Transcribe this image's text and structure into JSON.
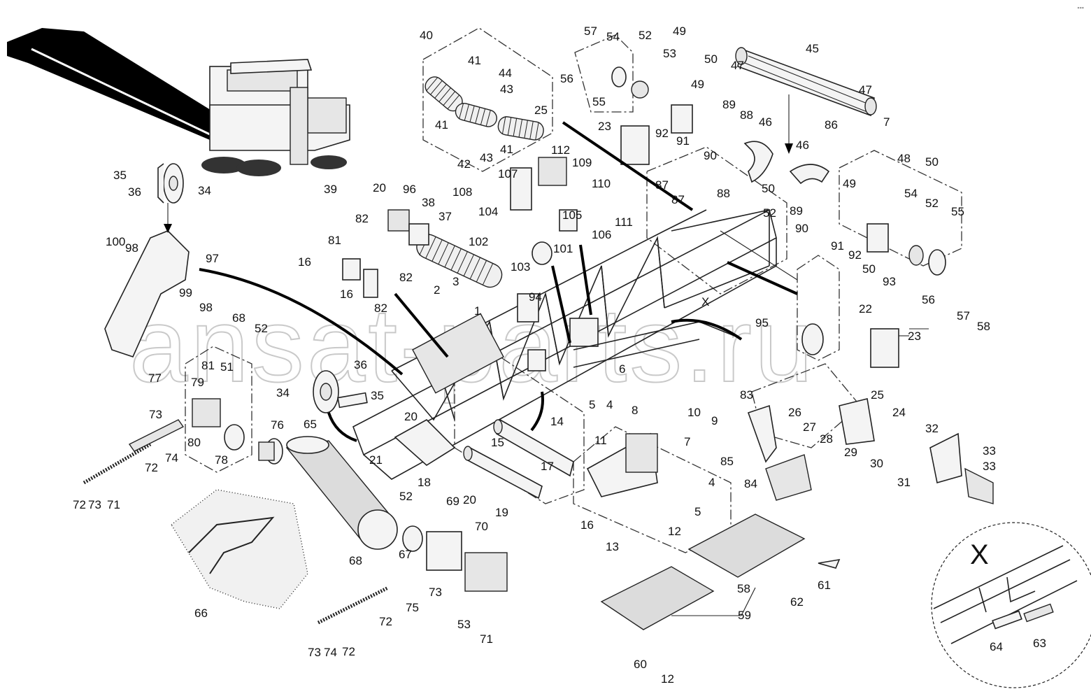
{
  "watermark": "ansat-parts.ru",
  "corner_mark": "▪▪▪",
  "detail_label": "X",
  "callouts": [
    "1",
    "2",
    "3",
    "4",
    "4",
    "5",
    "5",
    "6",
    "7",
    "7",
    "8",
    "9",
    "10",
    "11",
    "12",
    "12",
    "13",
    "14",
    "15",
    "16",
    "16",
    "16",
    "17",
    "18",
    "19",
    "20",
    "20",
    "20",
    "21",
    "22",
    "23",
    "23",
    "24",
    "25",
    "25",
    "26",
    "27",
    "28",
    "29",
    "30",
    "31",
    "32",
    "33",
    "33",
    "34",
    "34",
    "35",
    "35",
    "36",
    "36",
    "37",
    "38",
    "39",
    "40",
    "41",
    "41",
    "41",
    "42",
    "43",
    "43",
    "44",
    "45",
    "46",
    "46",
    "47",
    "47",
    "48",
    "49",
    "49",
    "49",
    "50",
    "50",
    "50",
    "50",
    "51",
    "52",
    "52",
    "52",
    "52",
    "52",
    "53",
    "53",
    "54",
    "54",
    "55",
    "55",
    "56",
    "56",
    "57",
    "57",
    "58",
    "58",
    "59",
    "60",
    "61",
    "62",
    "63",
    "64",
    "65",
    "66",
    "67",
    "68",
    "68",
    "69",
    "70",
    "71",
    "71",
    "72",
    "72",
    "72",
    "72",
    "73",
    "73",
    "73",
    "73",
    "74",
    "74",
    "75",
    "76",
    "77",
    "78",
    "79",
    "80",
    "81",
    "81",
    "82",
    "82",
    "82",
    "83",
    "84",
    "85",
    "86",
    "87",
    "87",
    "88",
    "88",
    "89",
    "89",
    "90",
    "90",
    "91",
    "91",
    "92",
    "92",
    "93",
    "94",
    "95",
    "96",
    "97",
    "98",
    "98",
    "99",
    "100",
    "101",
    "102",
    "103",
    "104",
    "105",
    "106",
    "107",
    "108",
    "109",
    "110",
    "111",
    "112"
  ]
}
